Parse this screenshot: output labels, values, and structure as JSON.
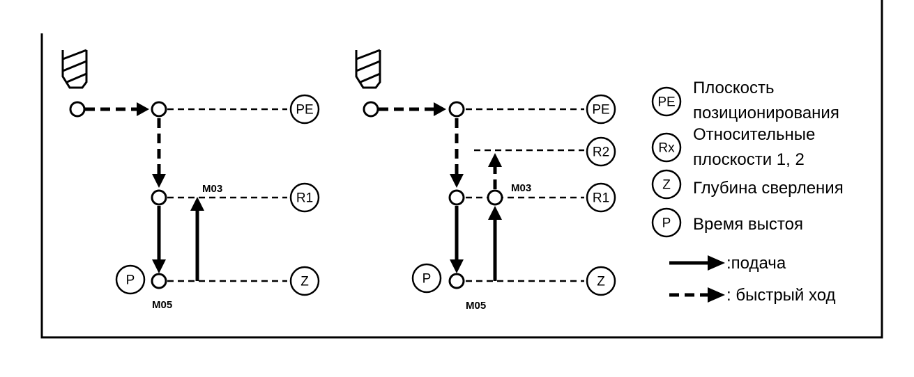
{
  "diagram": {
    "planes": {
      "pe": "PE",
      "r1": "R1",
      "r2": "R2",
      "z": "Z",
      "p": "P"
    },
    "codes": {
      "m03": "M03",
      "m05": "M05"
    },
    "legend": {
      "pe_symbol": "PE",
      "pe_line1": "Плоскость",
      "pe_line2": "позиционирования",
      "rx_symbol": "Rx",
      "rx_line1": "Относительные",
      "rx_line2": "плоскости 1, 2",
      "z_symbol": "Z",
      "z_text": "Глубина сверления",
      "p_symbol": "P",
      "p_text": "Время выстоя",
      "feed_text": ":подача",
      "rapid_text": ": быстрый ход"
    }
  }
}
